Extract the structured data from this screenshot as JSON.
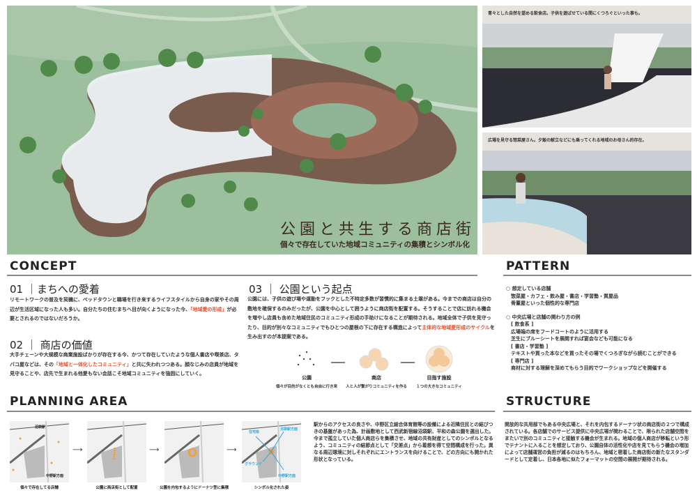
{
  "hero": {
    "title": "公園と共生する商店街",
    "subtitle": "個々で存在していた地域コミュニティの集積とシンボル化"
  },
  "photos": [
    {
      "caption": "青々とした自然を望める飲食店。子供を遊ばせている間にくつろぐといった事も。"
    },
    {
      "caption": "広場を見守る惣菜屋さん。夕飯の献立などにも乗ってくれる地域のお母さん的存在。"
    }
  ],
  "concept": {
    "heading": "CONCEPT",
    "s01": {
      "title": "01 ｜まちへの愛着",
      "text1": "リモートワークの普及を契機に、ベッドタウンと職場を行き来するライフスタイルから自身の家やその周辺が生活区域になった人も多い。自分たちの住むまちへ目が向くようになった今、",
      "highlight": "「地域愛の形成」",
      "text2": "が必要とされるのではないだろうか。"
    },
    "s02": {
      "title": "02 ｜ 商店の価値",
      "text1": "大手チェーンや大規模な商業施設ばかりが存在する今、かつて存在していたような個人書店や喫茶店、タバコ屋などは、その",
      "highlight": "「地域と一体化したコミュニティ」",
      "text2": "と共に失われつつある。顔なじみの店員が地域を見守ることや、店先で生まれる他愛もない会話こそ地域コミュニティを強固にしていく。"
    },
    "s03": {
      "title": "03 ｜ 公園という起点",
      "text1": "公園には、子供の遊び場や運動をフックとした不特定多数が習慣的に集まる土壌がある。今までの商店は自分の敷地を確保するのみだったが、公園を中心として囲うように商店街を配置する。そうすることで店に訪れる機会を増やし店員も含めた地域住民のコミュニティ形成の手助けになることが期待される。地域全体で子供を見守ったり、目的が別々なコミュニティでもひとつの屋根の下に存在する構造によって",
      "highlight": "主体的な地域愛形成のサイクル",
      "text2": "を生み出すのが本提案である。"
    },
    "diagram": [
      {
        "label": "公園",
        "sub": "個々が目的がなくとも自由に行き来"
      },
      {
        "label": "商店",
        "sub": "人と人が繋がりコミュニティを作る"
      },
      {
        "label": "目指す施設",
        "sub": "１つの大きなコミュニティ"
      }
    ]
  },
  "pattern": {
    "heading": "PATTERN",
    "lines": [
      "○ 想定している店舗",
      "　惣菜屋・カフェ・飲み屋・書店・学習塾・質屋品",
      "　骨董屋といった個性的な専門店",
      "",
      "○ 中央広場と店舗の関わり方の例",
      "　[ 飲食系 ]",
      "　広場端の席をフードコートのように活用する",
      "　芝生にブルーシートを展開すれば宴会なども可能になる",
      "　[ 書店・学習塾 ]",
      "　テキストや買った本などを買ったその場でくつろぎながら読むことができる",
      "　[ 専門店 ]",
      "　商材に対する理解を深めてもらう目的でワークショップなどを開催する"
    ]
  },
  "planning": {
    "heading": "PLANNING AREA",
    "maps": [
      {
        "caption": "個々で存在してる店舗",
        "labels": [
          "沼袋駅",
          "中野駅方面"
        ]
      },
      {
        "caption": "公園に商店街として配置",
        "labels": []
      },
      {
        "caption": "公園を内包するようにドーナツ型に集積",
        "labels": []
      },
      {
        "caption": "シンボル化された姿",
        "labels": [
          "住宅街",
          "沼袋駅方面",
          "グラウンド",
          "中野駅方面"
        ]
      }
    ],
    "text": "駅からのアクセスの良さや、中野区立総合体育館等の設備による近隣住民との結びつきの基盤があった為、計画敷地として西武新宿線沼袋駅、平和の森公園を選出した。今まで孤立していた個人商店らを集積させ、地域の共有財産としてのシンボルとなるよう、コミュニティの結節点として「交差点」から着想を得て空間構成を行った。異なる周辺環境に対しそれぞれにエントランスを向けることで、どの方向にも開かれた形状となっている。"
  },
  "structure": {
    "heading": "STRUCTURE",
    "text": "開放的な共用部でもある中央広場と、それを内包するドーナツ状の商店街の２つで構成されている。各店舗でのサービス提供に中央広場が関わることで、限られた店舗空間をまたいで別のコミュニティと接触する機会が生まれる。地域の個人商店が移転という形でテナントに入ることを想定しており、公園自体の活性化や店を見てもらう機会の増加によって店舗運営の負担が減るのはもちろん、地域と密着した商店街の新たなスタンダードとして定着し、日本各地に似たフォーマットの空間の展開が期待される。"
  },
  "colors": {
    "accent": "#e8502a",
    "map_accent": "#f0a040",
    "map_blue": "#29a8e0"
  }
}
